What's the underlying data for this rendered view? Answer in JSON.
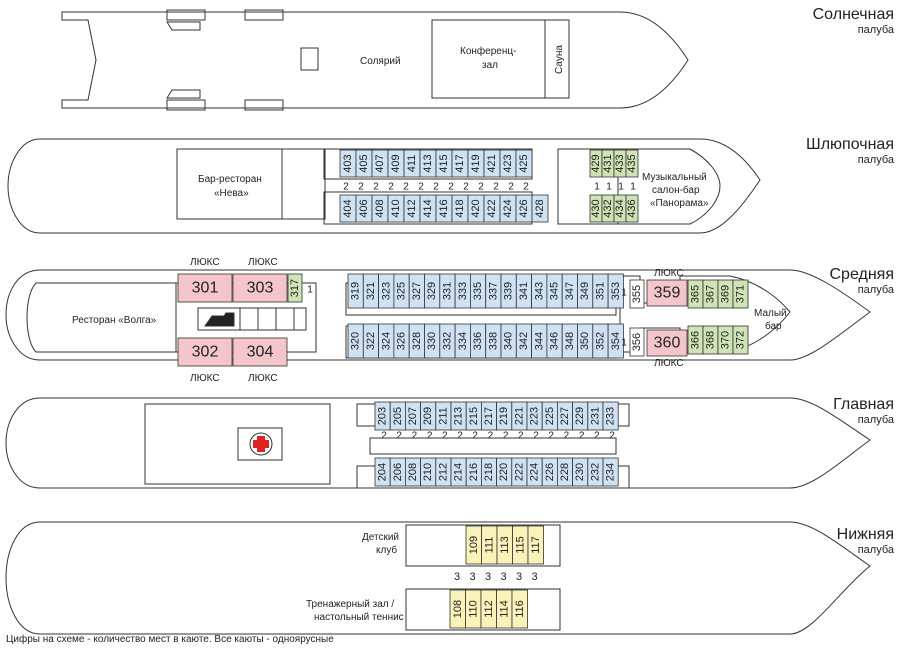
{
  "decks": {
    "sun": {
      "name": "Солнечная",
      "suffix": "палуба",
      "rooms": {
        "solarium": "Солярий",
        "conference_1": "Конференц-",
        "conference_2": "зал",
        "sauna": "Сауна"
      }
    },
    "boat": {
      "name": "Шлюпочная",
      "suffix": "палуба",
      "rooms": {
        "bar_1": "Бар-ресторан",
        "bar_2": "«Нева»",
        "music_1": "Музыкальный",
        "music_2": "салон-бар",
        "music_3": "«Панорама»"
      }
    },
    "middle": {
      "name": "Средняя",
      "suffix": "палуба",
      "rooms": {
        "restaurant": "Ресторан «Волга»",
        "small_bar_1": "Малый",
        "small_bar_2": "бар",
        "lux": "ЛЮКС"
      }
    },
    "main": {
      "name": "Главная",
      "suffix": "палуба"
    },
    "lower": {
      "name": "Нижняя",
      "suffix": "палуба",
      "rooms": {
        "kids_1": "Детский",
        "kids_2": "клуб",
        "gym_1": "Тренажерный зал /",
        "gym_2": "настольный теннис"
      }
    }
  },
  "cabins": {
    "boat_top": [
      "403",
      "405",
      "407",
      "409",
      "411",
      "413",
      "415",
      "417",
      "419",
      "421",
      "423",
      "425"
    ],
    "boat_bottom": [
      "404",
      "406",
      "408",
      "410",
      "412",
      "414",
      "416",
      "418",
      "420",
      "422",
      "424",
      "426",
      "428"
    ],
    "boat_pano_top": [
      "429",
      "431",
      "433",
      "435"
    ],
    "boat_pano_bottom": [
      "430",
      "432",
      "434",
      "436"
    ],
    "boat_beds_mid": [
      "2",
      "2",
      "2",
      "2",
      "2",
      "2",
      "2",
      "2",
      "2",
      "2",
      "2",
      "2",
      "2"
    ],
    "boat_beds_pano": [
      "1",
      "1",
      "1",
      "1"
    ],
    "mid_lux_top": [
      "301",
      "303"
    ],
    "mid_lux_bottom": [
      "302",
      "304"
    ],
    "mid_single": "317",
    "mid_single_bed": "1",
    "mid_top": [
      "319",
      "321",
      "323",
      "325",
      "327",
      "329",
      "331",
      "333",
      "335",
      "337",
      "339",
      "341",
      "343",
      "345",
      "347",
      "349",
      "351",
      "353"
    ],
    "mid_bottom": [
      "320",
      "322",
      "324",
      "326",
      "328",
      "330",
      "332",
      "334",
      "336",
      "338",
      "340",
      "342",
      "344",
      "346",
      "348",
      "350",
      "352",
      "354"
    ],
    "mid_small_top": "355",
    "mid_small_bottom": "356",
    "mid_small_beds": [
      "1",
      "1"
    ],
    "mid_lux2_top": "359",
    "mid_lux2_bottom": "360",
    "mid_aft_top": [
      "365",
      "367",
      "369",
      "371"
    ],
    "mid_aft_bottom": [
      "366",
      "368",
      "370",
      "372"
    ],
    "main_top": [
      "203",
      "205",
      "207",
      "209",
      "211",
      "213",
      "215",
      "217",
      "219",
      "221",
      "223",
      "225",
      "227",
      "229",
      "231",
      "233"
    ],
    "main_bottom": [
      "204",
      "206",
      "208",
      "210",
      "212",
      "214",
      "216",
      "218",
      "220",
      "222",
      "224",
      "226",
      "228",
      "230",
      "232",
      "234"
    ],
    "main_beds": [
      "2",
      "2",
      "2",
      "2",
      "2",
      "2",
      "2",
      "2",
      "2",
      "2",
      "2",
      "2",
      "2",
      "2",
      "2",
      "2"
    ],
    "lower_top": [
      "109",
      "111",
      "113",
      "115",
      "117"
    ],
    "lower_bottom": [
      "108",
      "110",
      "112",
      "114",
      "116"
    ],
    "lower_beds": [
      "3",
      "3",
      "3",
      "3",
      "3",
      "3"
    ]
  },
  "footnote": "Цифры на схеме - количество мест в каюте. Все каюты - одноярусные",
  "colors": {
    "blue": "#cfe2f3",
    "green": "#cfe3b5",
    "pink": "#f4c6cc",
    "yellow": "#fbf2b9",
    "grey": "#dddddd",
    "line": "#333333"
  }
}
